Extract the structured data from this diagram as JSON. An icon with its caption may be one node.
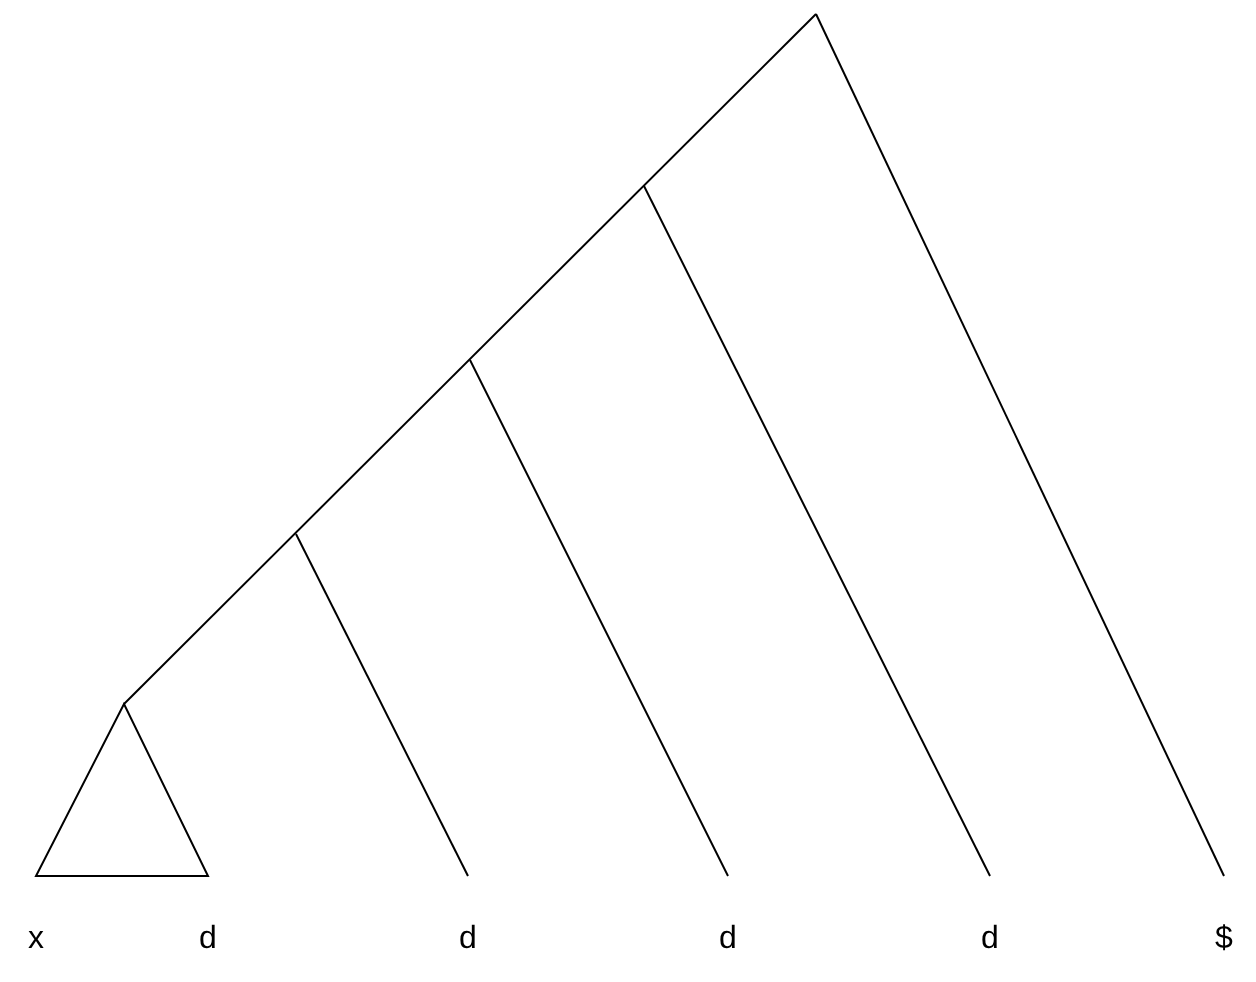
{
  "diagram": {
    "labels": [
      "x",
      "d",
      "d",
      "d",
      "d",
      "$"
    ]
  }
}
